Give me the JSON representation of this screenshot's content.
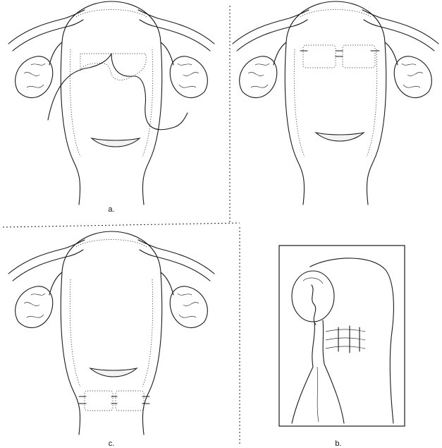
{
  "panels": [
    {
      "id": "a",
      "label": "a."
    },
    {
      "id": "b",
      "label": "b."
    },
    {
      "id": "c",
      "label": "c."
    }
  ]
}
